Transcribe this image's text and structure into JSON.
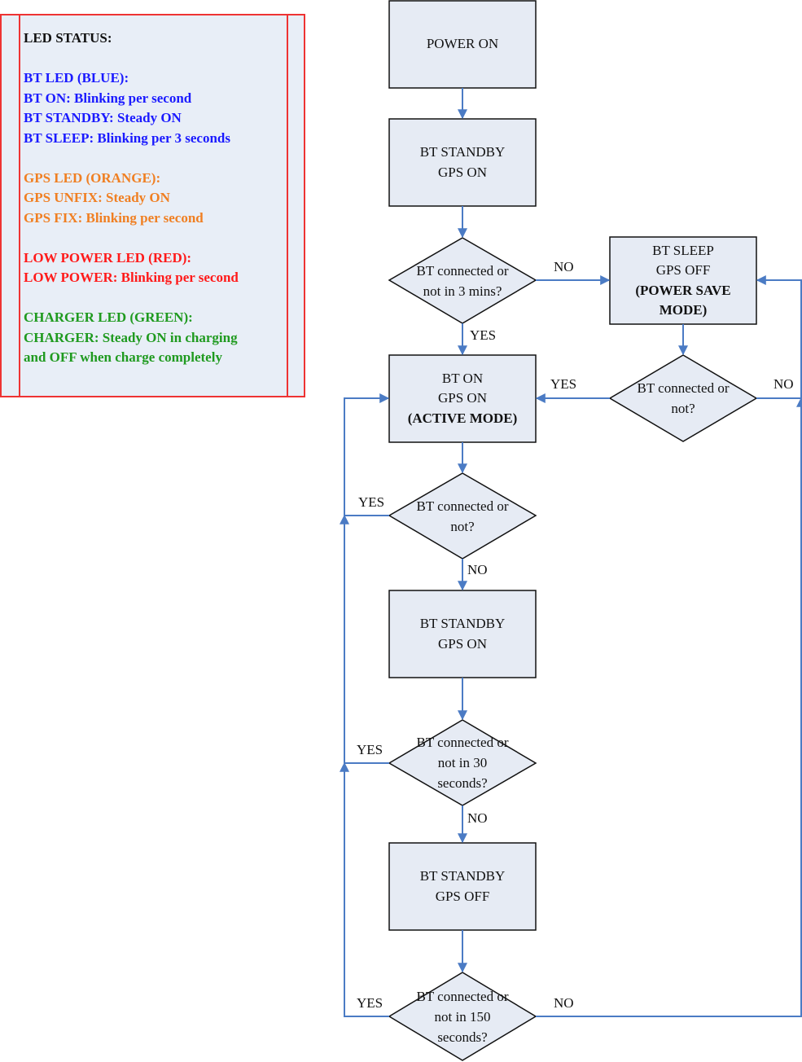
{
  "colors": {
    "legend_border": "#ee3333",
    "legend_fill": "#e8eef7",
    "blue": "#1a1aff",
    "orange": "#f07f22",
    "red": "#ff1a1a",
    "green": "#1f9a1f",
    "black": "#111111",
    "box_fill": "#e6ebf4",
    "arrow": "#4b7bc4"
  },
  "legend": {
    "title": "LED STATUS:",
    "bt_header": "BT LED (BLUE):",
    "bt_on": "BT ON: Blinking per second",
    "bt_standby": "BT STANDBY: Steady ON",
    "bt_sleep": "BT SLEEP: Blinking per 3 seconds",
    "gps_header": "GPS LED (ORANGE):",
    "gps_unfix": "GPS UNFIX: Steady ON",
    "gps_fix": "GPS FIX: Blinking per second",
    "low_header": "LOW POWER LED (RED):",
    "low_power": "LOW POWER: Blinking per second",
    "charger_header": "CHARGER LED (GREEN):",
    "charger_line1": "CHARGER: Steady ON in charging",
    "charger_line2": "and OFF when charge completely"
  },
  "flow": {
    "power_on": "POWER ON",
    "standby1": {
      "line1": "BT STANDBY",
      "line2": "GPS ON"
    },
    "decision1": {
      "line1": "BT connected or",
      "line2": "not in 3 mins?"
    },
    "sleep": {
      "line1": "BT SLEEP",
      "line2": "GPS OFF",
      "line3": "(POWER SAVE",
      "line4": "MODE)"
    },
    "decision_sleep": {
      "line1": "BT connected or",
      "line2": "not?"
    },
    "active": {
      "line1": "BT ON",
      "line2": "GPS ON",
      "line3": "(ACTIVE MODE)"
    },
    "decision2": {
      "line1": "BT connected or",
      "line2": "not?"
    },
    "standby2": {
      "line1": "BT STANDBY",
      "line2": "GPS ON"
    },
    "decision3": {
      "line1": "BT connected or",
      "line2": "not in 30",
      "line3": "seconds?"
    },
    "standby3": {
      "line1": "BT STANDBY",
      "line2": "GPS OFF"
    },
    "decision4": {
      "line1": "BT connected or",
      "line2": "not in 150",
      "line3": "seconds?"
    },
    "labels": {
      "no": "NO",
      "yes": "YES"
    }
  }
}
